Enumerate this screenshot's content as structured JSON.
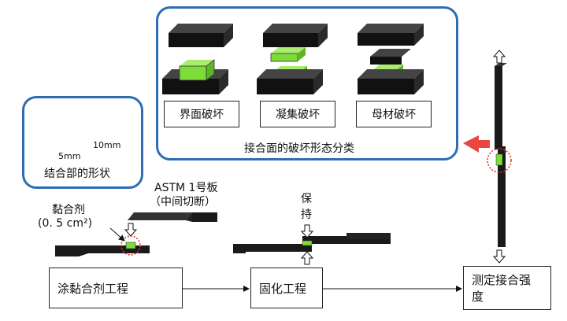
{
  "failure_panel": {
    "caption": "接合面的破坏形态分类",
    "modes": [
      {
        "label": "界面破坏"
      },
      {
        "label": "凝集破坏"
      },
      {
        "label": "母材破坏"
      }
    ]
  },
  "joint_panel": {
    "caption": "结合部的形状",
    "dim_width": "5mm",
    "dim_depth": "10mm"
  },
  "specimen": {
    "name_line1": "ASTM 1号板",
    "name_line2": "（中间切断）"
  },
  "adhesive": {
    "line1": "黏合剂",
    "line2": "(0. 5 cm²)"
  },
  "hold": {
    "line1": "保",
    "line2": "持"
  },
  "process": {
    "step1": "涂黏合剂工程",
    "step2": "固化工程",
    "step3_line1": "测定接合强",
    "step3_line2": "度"
  },
  "colors": {
    "panel_border": "#2f6db3",
    "adhesive_green": "#7ddc3a",
    "arrow_red": "#e8322b",
    "plate_black": "#1a1a1a"
  }
}
